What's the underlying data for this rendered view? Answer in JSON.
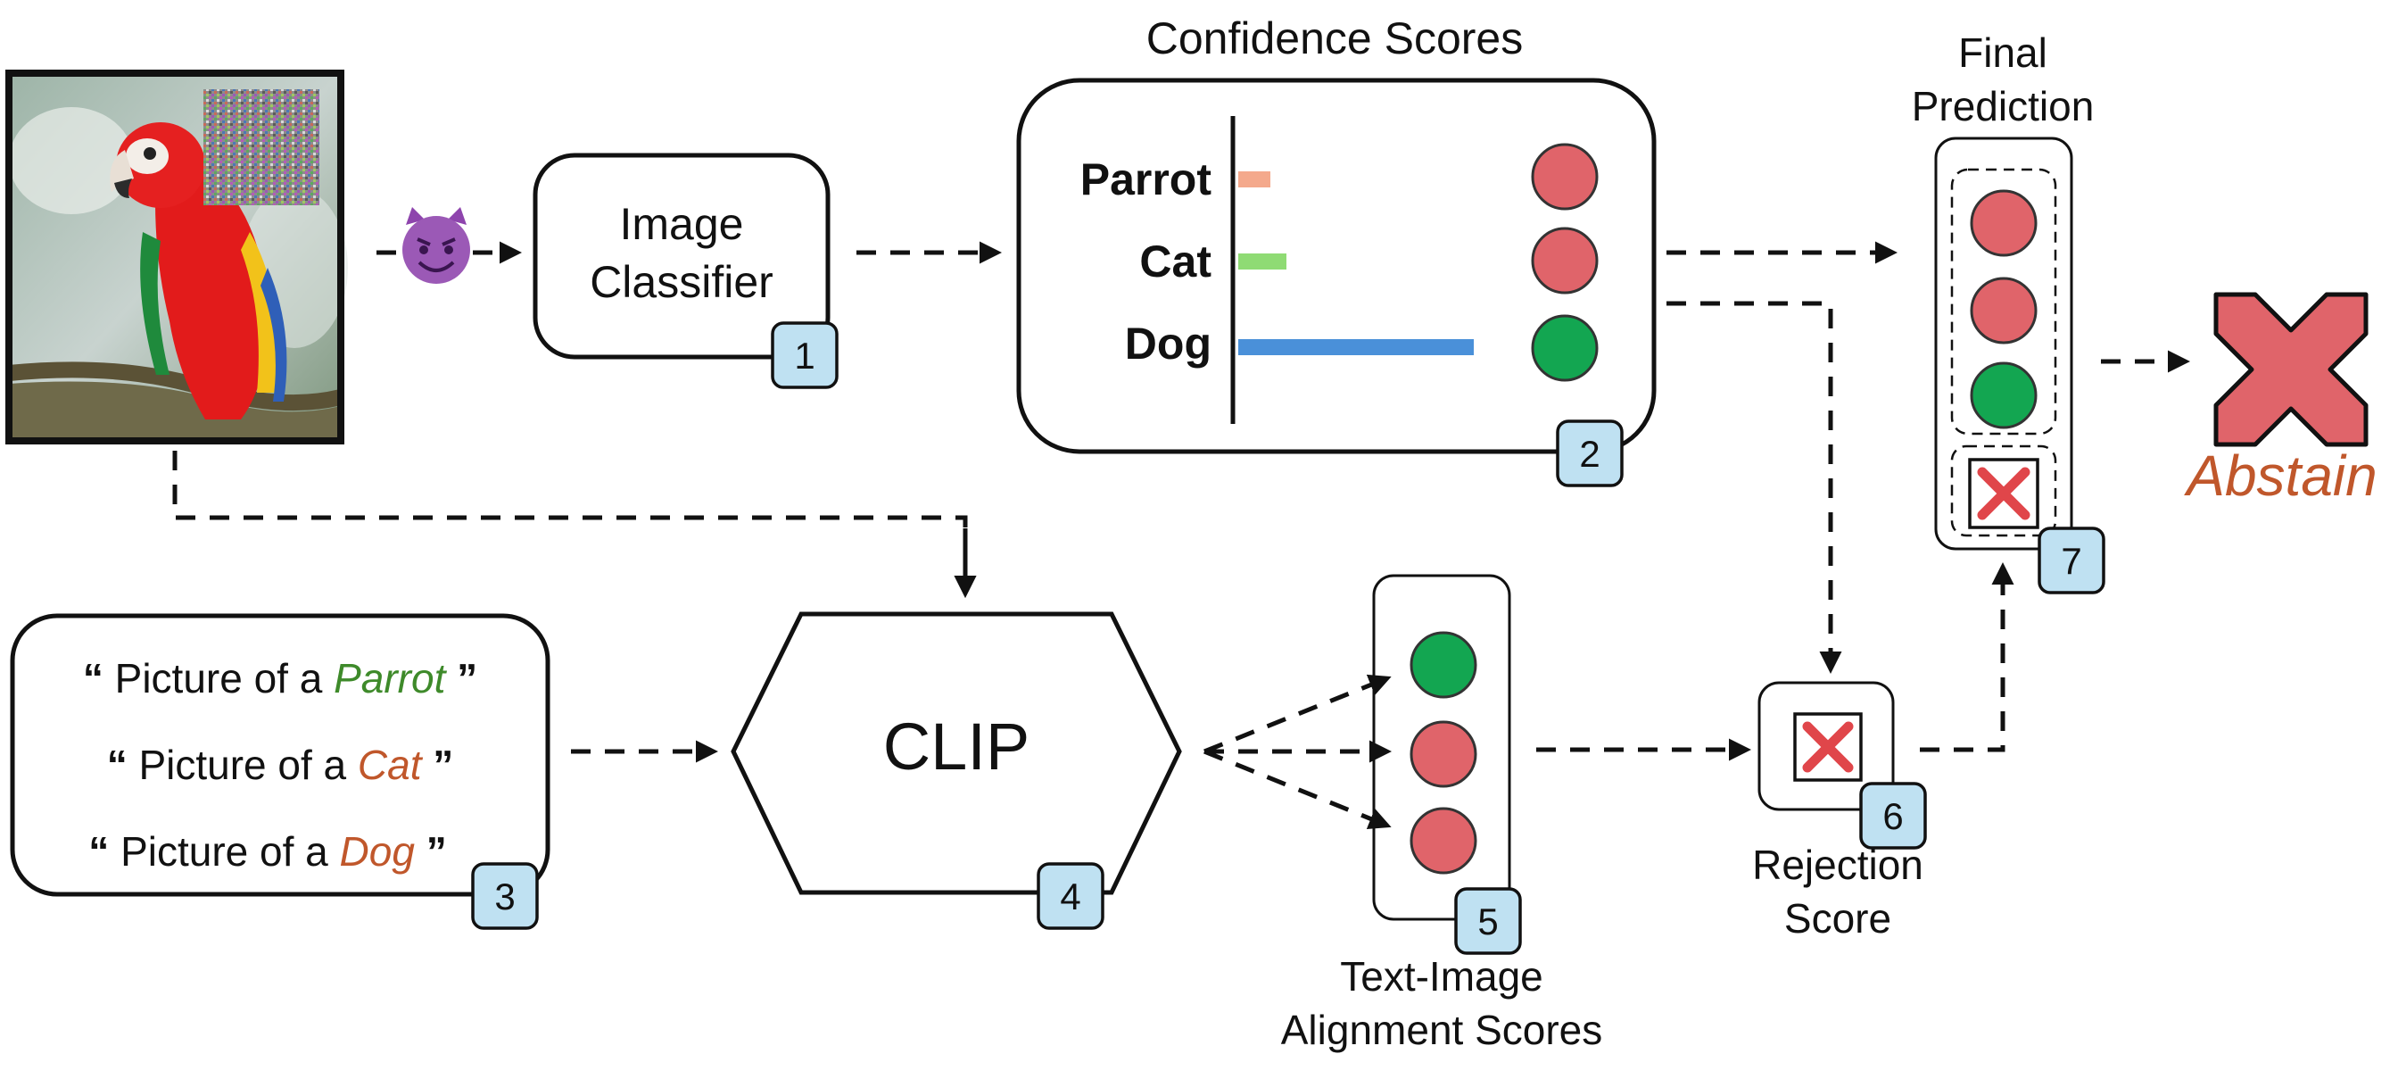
{
  "colors": {
    "red_circle": "#e0646a",
    "green_circle": "#13a651",
    "bar_parrot": "#f4a98c",
    "bar_cat": "#8fdb74",
    "bar_dog": "#4a90d9",
    "badge_fill": "#bfe1f2",
    "abstain": "#c0572b",
    "x_mark": "#e0646a",
    "word_parrot": "#3e8a2a",
    "word_cat_dog": "#c0572b"
  },
  "input_image": {
    "subject": "scarlet macaw parrot on a branch",
    "patch": "adversarial noise patch"
  },
  "attacker_icon": "devil-emoji-icon",
  "image_classifier": {
    "line1": "Image",
    "line2": "Classifier",
    "badge": "1"
  },
  "confidence": {
    "title": "Confidence Scores",
    "badge": "2",
    "rows": [
      {
        "label": "Parrot",
        "score": 0.12,
        "circle": "red"
      },
      {
        "label": "Cat",
        "score": 0.18,
        "circle": "red"
      },
      {
        "label": "Dog",
        "score": 0.88,
        "circle": "green"
      }
    ]
  },
  "prompts": {
    "badge": "3",
    "items": [
      {
        "open": "“",
        "prefix": "Picture of a ",
        "word": "Parrot",
        "close": "”"
      },
      {
        "open": "“",
        "prefix": "Picture of a ",
        "word": "Cat",
        "close": "”"
      },
      {
        "open": "“",
        "prefix": "Picture of a ",
        "word": "Dog",
        "close": "”"
      }
    ]
  },
  "clip": {
    "label": "CLIP",
    "badge": "4"
  },
  "alignment": {
    "line1": "Text-Image",
    "line2": "Alignment Scores",
    "badge": "5",
    "circles": [
      "green",
      "red",
      "red"
    ]
  },
  "rejection": {
    "line1": "Rejection",
    "line2": "Score",
    "badge": "6"
  },
  "final": {
    "line1": "Final",
    "line2": "Prediction",
    "badge": "7",
    "circles": [
      "red",
      "red",
      "green"
    ]
  },
  "abstain": {
    "label": "Abstain"
  }
}
